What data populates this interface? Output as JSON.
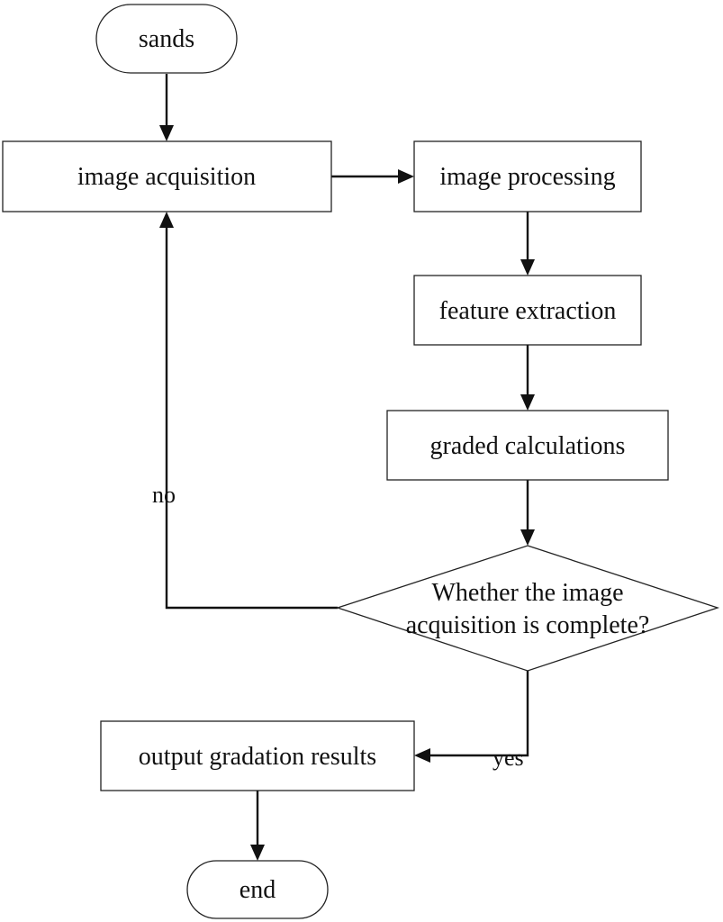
{
  "nodes": {
    "sands": "sands",
    "image_acquisition": "image acquisition",
    "image_processing": "image processing",
    "feature_extraction": "feature extraction",
    "graded_calculations": "graded calculations",
    "decision_line1": "Whether the image",
    "decision_line2": "acquisition is complete?",
    "output_gradation": "output gradation results",
    "end": "end"
  },
  "edges": {
    "no_label": "no",
    "yes_label": "yes"
  },
  "colors": {
    "stroke": "#111111",
    "fill": "#ffffff"
  }
}
